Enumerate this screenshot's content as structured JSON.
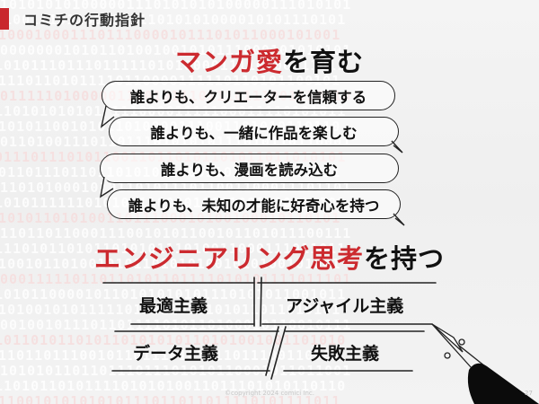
{
  "header": {
    "title": "コミチの行動指針",
    "accent_color": "#c9272d"
  },
  "section1": {
    "title_red": "マンガ愛",
    "title_black": "を育む",
    "bubbles": [
      "誰よりも、クリエーターを信頼する",
      "誰よりも、一緒に作品を楽しむ",
      "誰よりも、漫画を読み込む",
      "誰よりも、未知の才能に好奇心を持つ"
    ]
  },
  "section2": {
    "title_red": "エンジニアリング思考",
    "title_black": "を持つ",
    "items": [
      "最適主義",
      "アジャイル主義",
      "データ主義",
      "失敗主義"
    ]
  },
  "decor": {
    "icon": "fountain-pen-icon"
  },
  "footer": {
    "copyright": "©copyright 2024 comici Inc.",
    "page_number": "27"
  },
  "background": {
    "rows": [
      "0101010101000001110101010100000111010101",
      "1110011101100010111010101000010101110101",
      "0110001000111011100001011101011000101001",
      "0000000010101101001001010111000101010101",
      "0101011101110111110101000011110000011011",
      "1011101101011110110000111110110101100101",
      "0011111010000011101011101110111001110010",
      "1110101010101011100001111100011110101011",
      "0110101100101011010000111001101010110110",
      "1011010011101101110101010111010110110001",
      "0011101110101100110110101101011011010101",
      "1101101110110110101011000110110101101111",
      "1110101000101011010111011001100011101101",
      "0101011111101010111000010001001010110101",
      "1010101101010011011100010100100010110101",
      "0110110110001110010101100101101011100111",
      "1111010110101101010111010011000111011011",
      "1010010110100101011010101001010100101001",
      "0000111110110110101101111010101111011101",
      "1101011000010110101010101110101011001011",
      "0010100101011111011011010101011011010101",
      "1001001011101101111010110100010110010111",
      "0101101011010110101010110101001001101010",
      "1011011011100101101110101011011100110001",
      "0101010110110111011101010110001011011001",
      "1110101101011110101010011011101010110110",
      "0011001010101010111011011011110101111011"
    ]
  }
}
